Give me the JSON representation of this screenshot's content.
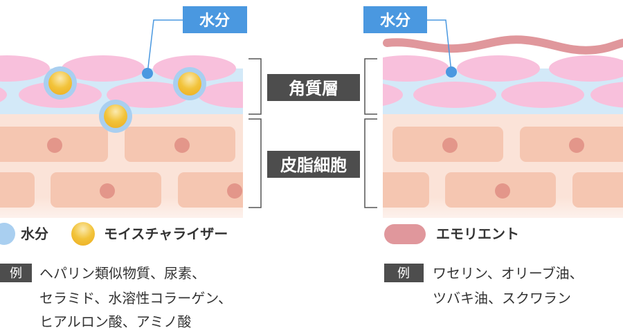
{
  "left_panel": {
    "water_label": "水分",
    "stratum_corneum_label": "角質層",
    "skin_cells_label": "皮脂細胞",
    "legend": {
      "water": "水分",
      "moisturizer": "モイスチャライザー"
    },
    "example_tag": "例",
    "examples": [
      "ヘパリン類似物質、尿素、",
      "セラミド、水溶性コラーゲン、",
      "ヒアルロン酸、アミノ酸"
    ]
  },
  "right_panel": {
    "water_label": "水分",
    "legend": {
      "emollient": "エモリエント"
    },
    "example_tag": "例",
    "examples": [
      "ワセリン、オリーブ油、",
      "ツバキ油、スクワラン"
    ]
  },
  "colors": {
    "label_blue": "#4a98e0",
    "label_dark": "#4d4d4d",
    "horny_cell": "#f8c0dc",
    "water_band": "#d3e9f8",
    "skin_bg": "#fbe3d8",
    "skin_cell": "#f5c6b1",
    "nucleus": "#e3968a",
    "emollient": "#e0979c",
    "moisturizer": "#f2c33a"
  }
}
